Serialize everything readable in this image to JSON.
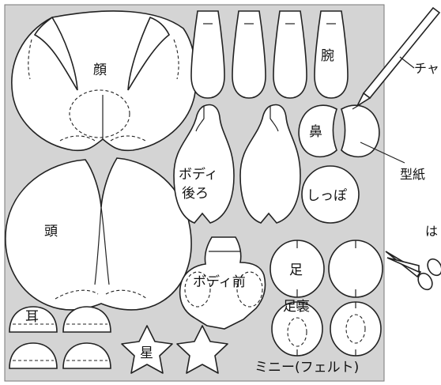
{
  "colors": {
    "board": "#d4d4d4",
    "piece_fill": "#ffffff",
    "stroke": "#222222"
  },
  "pieces": {
    "face": "顔",
    "head": "頭",
    "arm": "腕",
    "nose": "鼻",
    "body_back_line1": "ボディ",
    "body_back_line2": "後ろ",
    "tail": "しっぽ",
    "body_front": "ボディ前",
    "foot": "足",
    "sole": "足裏",
    "ear": "耳",
    "star": "星"
  },
  "board_caption": "ミニー(フェルト)",
  "callouts": {
    "chalk_pen": "チャ",
    "pattern_paper": "型紙",
    "scissors": "は"
  },
  "icons": [
    "chalk-pen-icon",
    "scissors-icon"
  ]
}
